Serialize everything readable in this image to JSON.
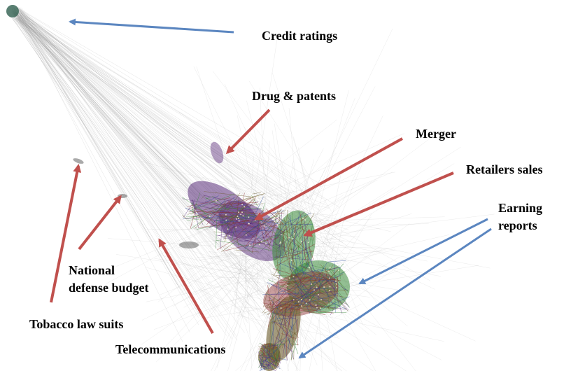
{
  "labels": {
    "credit_ratings": "Credit ratings",
    "drug_patents": "Drug & patents",
    "merger": "Merger",
    "retailers_sales": "Retailers sales",
    "earning_reports_line1": "Earning",
    "earning_reports_line2": "reports",
    "national_defense_line1": "National",
    "national_defense_line2": "defense budget",
    "tobacco_law_suits": "Tobacco law suits",
    "telecommunications": "Telecommunications"
  },
  "colors": {
    "arrow_blue": "#5b86c0",
    "arrow_red": "#c0504d",
    "edge_gray": "#8a8a8a",
    "cluster_purple": "#5a2d7a",
    "cluster_green": "#3a8a3a",
    "cluster_red": "#8a2a2a",
    "cluster_brown": "#6b5a2a"
  }
}
